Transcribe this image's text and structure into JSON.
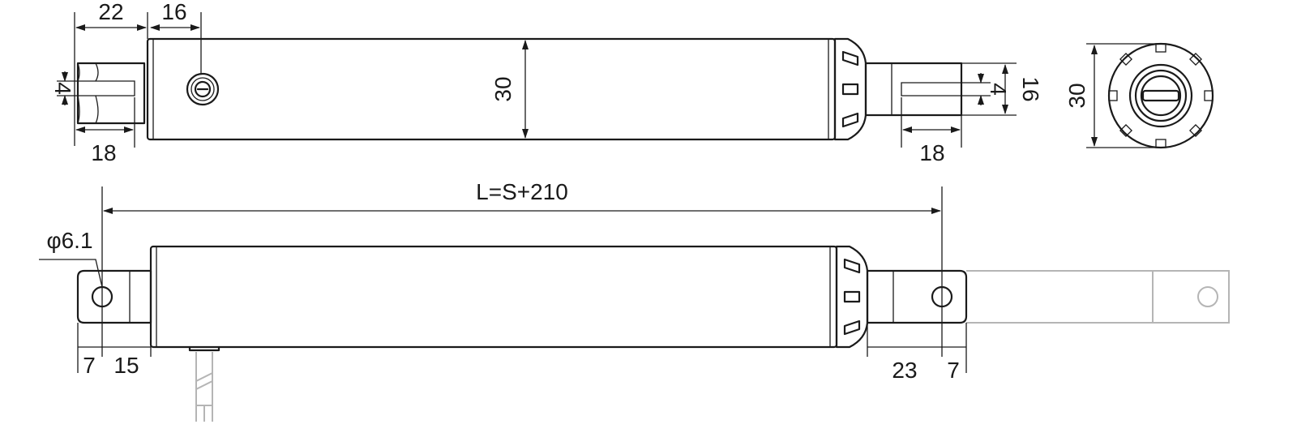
{
  "top_view": {
    "dim_rod_length": "22",
    "dim_screw_offset": "16",
    "dim_slot_width_left": "4",
    "dim_clevis_left": "18",
    "dim_diameter": "30",
    "dim_clevis_right": "18",
    "dim_slot_width_right": "4",
    "dim_clevis_height": "16"
  },
  "end_view": {
    "dim_diameter": "30"
  },
  "side_view": {
    "overall_length": "L=S+210",
    "hole_diameter": "φ6.1",
    "dim_hole_offset_left": "7",
    "dim_end_left": "15",
    "dim_end_right": "23",
    "dim_hole_offset_right": "7"
  }
}
